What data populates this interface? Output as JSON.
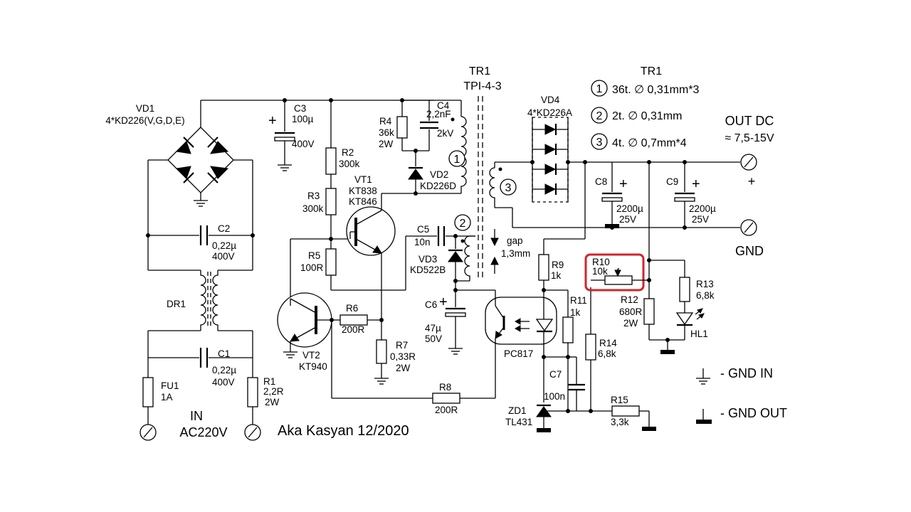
{
  "diagram": {
    "title": "TR1",
    "author": "Aka Kasyan 12/2020",
    "highlight_color": "#d2242c",
    "input": {
      "label1": "IN",
      "label2": "AC220V"
    },
    "output": {
      "label1": "OUT DC",
      "label2": "≈ 7,5-15V",
      "plus": "+",
      "gnd": "GND"
    },
    "legend": {
      "gnd_in": "- GND IN",
      "gnd_out": "- GND OUT"
    },
    "windings": [
      {
        "num": "1",
        "spec": "36t. ∅ 0,31mm*3"
      },
      {
        "num": "2",
        "spec": "2t. ∅ 0,31mm"
      },
      {
        "num": "3",
        "spec": "4t. ∅ 0,7mm*4"
      }
    ],
    "transformer": {
      "name": "TR1",
      "type": "TPI-4-3",
      "gap_label": "gap",
      "gap_value": "1,3mm"
    },
    "components": {
      "vd1": {
        "name": "VD1",
        "value": "4*KD226(V,G,D,E)"
      },
      "c3": {
        "name": "C3",
        "value": "100µ",
        "value2": "400V"
      },
      "c2": {
        "name": "C2",
        "value": "0,22µ",
        "value2": "400V"
      },
      "c1": {
        "name": "C1",
        "value": "0,22µ",
        "value2": "400V"
      },
      "dr1": {
        "name": "DR1"
      },
      "fu1": {
        "name": "FU1",
        "value": "1A"
      },
      "r1": {
        "name": "R1",
        "value": "2,2R",
        "value2": "2W"
      },
      "r2": {
        "name": "R2",
        "value": "300k"
      },
      "r3": {
        "name": "R3",
        "value": "300k"
      },
      "r4": {
        "name": "R4",
        "value": "36k",
        "value2": "2W"
      },
      "c4": {
        "name": "C4",
        "value": "2,2nF",
        "value2": "2kV"
      },
      "vd2": {
        "name": "VD2",
        "value": "KD226D"
      },
      "vt1": {
        "name": "VT1",
        "value": "KT838",
        "value2": "KT846"
      },
      "c5": {
        "name": "C5",
        "value": "10n"
      },
      "vd3": {
        "name": "VD3",
        "value": "KD522B"
      },
      "r5": {
        "name": "R5",
        "value": "100R"
      },
      "r6": {
        "name": "R6",
        "value": "200R"
      },
      "r7": {
        "name": "R7",
        "value": "0,33R",
        "value2": "2W"
      },
      "vt2": {
        "name": "VT2",
        "value": "KT940"
      },
      "c6": {
        "name": "C6",
        "value": "47µ",
        "value2": "50V"
      },
      "r8": {
        "name": "R8",
        "value": "200R"
      },
      "pc817": {
        "name": "PC817"
      },
      "vd4": {
        "name": "VD4",
        "value": "4*KD226A"
      },
      "c8": {
        "name": "C8",
        "value": "2200µ",
        "value2": "25V"
      },
      "c9": {
        "name": "C9",
        "value": "2200µ",
        "value2": "25V"
      },
      "r9": {
        "name": "R9",
        "value": "1k"
      },
      "r10": {
        "name": "R10",
        "value": "10k"
      },
      "r11": {
        "name": "R11",
        "value": "1k"
      },
      "r12": {
        "name": "R12",
        "value": "680R",
        "value2": "2W"
      },
      "r13": {
        "name": "R13",
        "value": "6,8k"
      },
      "r14": {
        "name": "R14",
        "value": "6,8k"
      },
      "r15": {
        "name": "R15",
        "value": "3,3k"
      },
      "c7": {
        "name": "C7",
        "value": "100n"
      },
      "zd1": {
        "name": "ZD1",
        "value": "TL431"
      },
      "hl1": {
        "name": "HL1"
      }
    }
  }
}
